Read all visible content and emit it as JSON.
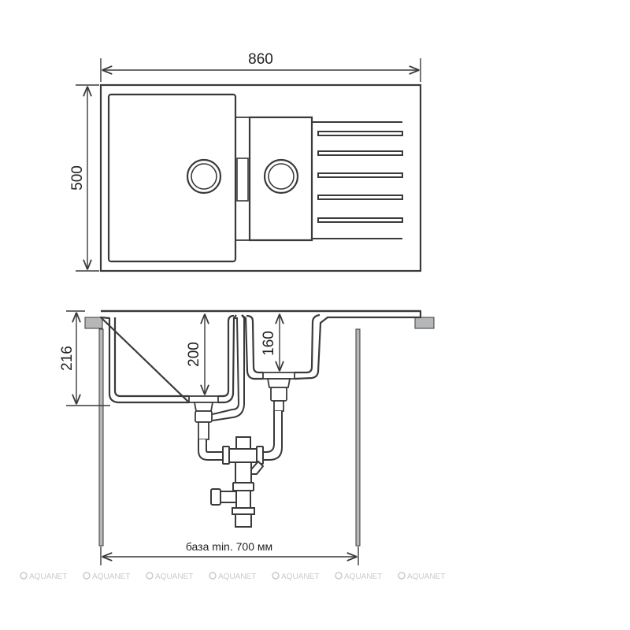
{
  "top_view": {
    "width_label": "860",
    "depth_label": "500"
  },
  "side_view": {
    "height_label": "216",
    "main_bowl_depth_label": "200",
    "small_bowl_depth_label": "160",
    "base_label": "база min. 700 мм"
  },
  "watermark": {
    "text": "AQUANET",
    "count": 7
  },
  "colors": {
    "line": "#3a3a3a",
    "fill": "#ffffff",
    "metal": "#b5b7b8",
    "watermark": "#c8cad0"
  }
}
